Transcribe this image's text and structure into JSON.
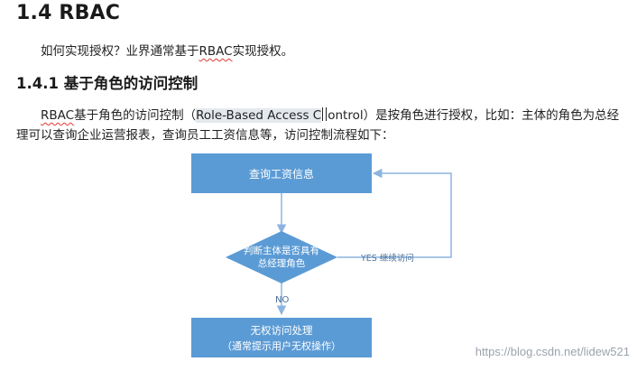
{
  "section": {
    "title": "1.4 RBAC",
    "intro_prefix": "如何实现授权？业界通常基于",
    "intro_term": "RBAC",
    "intro_suffix": "实现授权。"
  },
  "subsection": {
    "title": "1.4.1 基于角色的访问控制",
    "para_term": "RBAC",
    "para_a": "基于角色的访问控制（",
    "para_hl": "Role-Based Access C",
    "para_b": "ontrol）是按角色进行授权，比如：主体的角色为总经理可以查询企业运营报表，查询员工工资信息等，访问控制流程如下："
  },
  "flowchart": {
    "box_top": "查询工资信息",
    "decision_line1": "判断主体是否具有",
    "decision_line2": "总经理角色",
    "yes_label": "YES 继续访问",
    "no_label": "NO",
    "box_bottom_line1": "无权访问处理",
    "box_bottom_line2": "（通常提示用户无权操作）",
    "colors": {
      "box": "#5b9bd5",
      "line": "#8cb4e0",
      "text": "#ffffff",
      "label": "#4a6f9a"
    }
  },
  "watermark": "https://blog.csdn.net/lidew521"
}
